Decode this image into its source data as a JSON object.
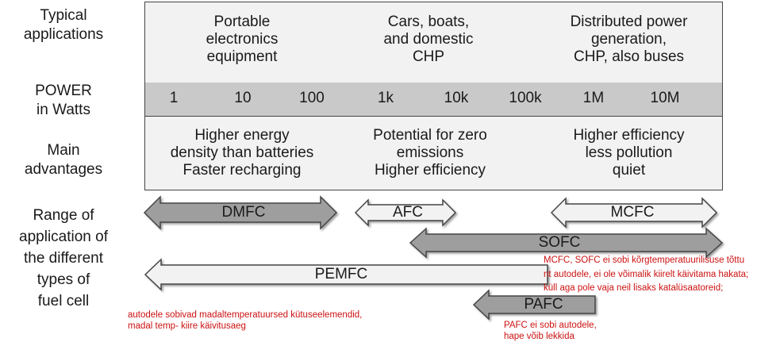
{
  "row_labels": {
    "applications": [
      "Typical",
      "applications"
    ],
    "power": [
      "POWER",
      "in Watts"
    ],
    "advantages": [
      "Main",
      "advantages"
    ],
    "range": [
      "Range of",
      "application of",
      "the different",
      "types of",
      "fuel cell"
    ]
  },
  "applications": [
    [
      "Portable",
      "electronics",
      "equipment"
    ],
    [
      "Cars, boats,",
      "and domestic",
      "CHP"
    ],
    [
      "Distributed power",
      "generation,",
      "CHP, also buses"
    ]
  ],
  "power_ticks": [
    "1",
    "10",
    "100",
    "1k",
    "10k",
    "100k",
    "1M",
    "10M"
  ],
  "advantages": [
    [
      "Higher energy",
      "density than batteries",
      "Faster recharging"
    ],
    [
      "Potential for zero",
      "emissions",
      "Higher efficiency"
    ],
    [
      "Higher efficiency",
      "less pollution",
      "quiet"
    ]
  ],
  "fuel_cells": [
    {
      "label": "DMFC",
      "style": "dark"
    },
    {
      "label": "AFC",
      "style": "light"
    },
    {
      "label": "MCFC",
      "style": "light"
    },
    {
      "label": "SOFC",
      "style": "dark"
    },
    {
      "label": "PEMFC",
      "style": "light"
    },
    {
      "label": "PAFC",
      "style": "dark"
    }
  ],
  "notes": {
    "mcfc_sofc": [
      "MCFC, SOFC ei sobi kõrgtemperatuurilisuse tõttu",
      "nt autodele, ei ole võimalik kiirelt käivitama hakata;",
      "küll aga pole vaja neil lisaks katalüsaatoreid;"
    ],
    "pemfc": [
      "autodele sobivad madaltemperatuursed kütuseelemendid,",
      "madal temp- kiire käivitusaeg"
    ],
    "pafc": [
      "PAFC ei sobi autodele,",
      "hape võib lekkida"
    ]
  },
  "colors": {
    "note": "#cc1111",
    "dark_arrow": "#9e9e9e",
    "light_arrow": "#f2f2f2",
    "band": "#c9c9c9",
    "panel": "#f2f2f2"
  }
}
